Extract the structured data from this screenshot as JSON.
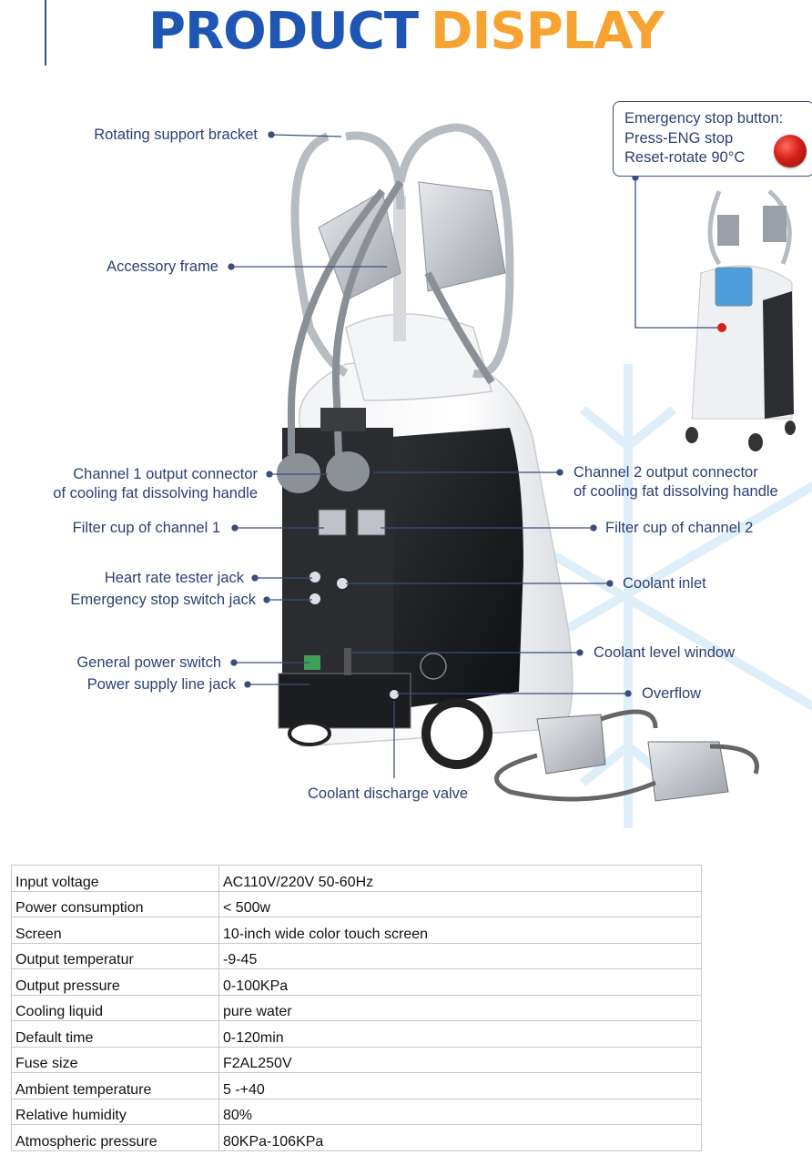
{
  "header": {
    "title_part1": "PRODUCT",
    "title_part2": "DISPLAY"
  },
  "colors": {
    "title_blue": "#1f56b4",
    "title_orange": "#f7a332",
    "label_blue": "#2b3f73",
    "estop_red": "#d6201b"
  },
  "emergency": {
    "line1": "Emergency stop button:",
    "line2": "Press-ENG stop",
    "line3": "Reset-rotate 90°C"
  },
  "callouts": {
    "rotating_bracket": "Rotating support bracket",
    "accessory_frame": "Accessory frame",
    "ch1_connector_1": "Channel 1 output connector",
    "ch1_connector_2": "of cooling fat dissolving handle",
    "ch2_connector_1": "Channel 2 output connector",
    "ch2_connector_2": "of cooling fat dissolving handle",
    "filter_ch1": "Filter cup of channel 1",
    "filter_ch2": "Filter cup of channel 2",
    "heart_rate": "Heart rate tester jack",
    "estop_jack": "Emergency stop switch jack",
    "coolant_inlet": "Coolant inlet",
    "power_switch": "General power switch",
    "power_jack": "Power supply line jack",
    "coolant_level": "Coolant level window",
    "overflow": "Overflow",
    "discharge": "Coolant discharge valve"
  },
  "specs": [
    {
      "label": "Input voltage",
      "value": "AC110V/220V 50-60Hz"
    },
    {
      "label": "Power consumption",
      "value": "< 500w"
    },
    {
      "label": "Screen",
      "value": "10-inch wide color touch screen"
    },
    {
      "label": "Output temperatur",
      "value": "-9-45"
    },
    {
      "label": "Output pressure",
      "value": "0-100KPa"
    },
    {
      "label": "Cooling liquid",
      "value": "pure water"
    },
    {
      "label": "Default time",
      "value": "0-120min"
    },
    {
      "label": "Fuse size",
      "value": "F2AL250V"
    },
    {
      "label": "Ambient temperature",
      "value": "5 -+40"
    },
    {
      "label": "Relative humidity",
      "value": "80%"
    },
    {
      "label": "Atmospheric pressure",
      "value": "80KPa-106KPa"
    }
  ]
}
